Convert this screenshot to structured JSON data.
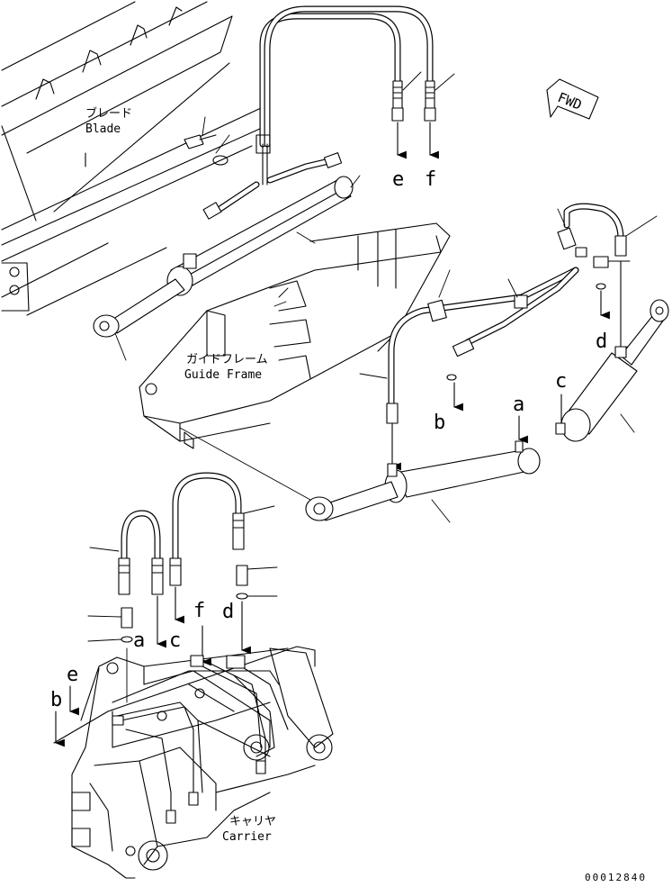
{
  "labels": {
    "blade_jp": "ブレード",
    "blade_en": "Blade",
    "guide_frame_jp": "ガイドフレーム",
    "guide_frame_en": "Guide Frame",
    "carrier_jp": "キャリヤ",
    "carrier_en": "Carrier",
    "fwd": "FWD",
    "serial": "00012840"
  },
  "connection_letters": {
    "top_e": "e",
    "top_f": "f",
    "right_a": "a",
    "right_b": "b",
    "right_c": "c",
    "right_d": "d",
    "bottom_a": "a",
    "bottom_b": "b",
    "bottom_c": "c",
    "bottom_d": "d",
    "bottom_e": "e",
    "bottom_f": "f"
  }
}
